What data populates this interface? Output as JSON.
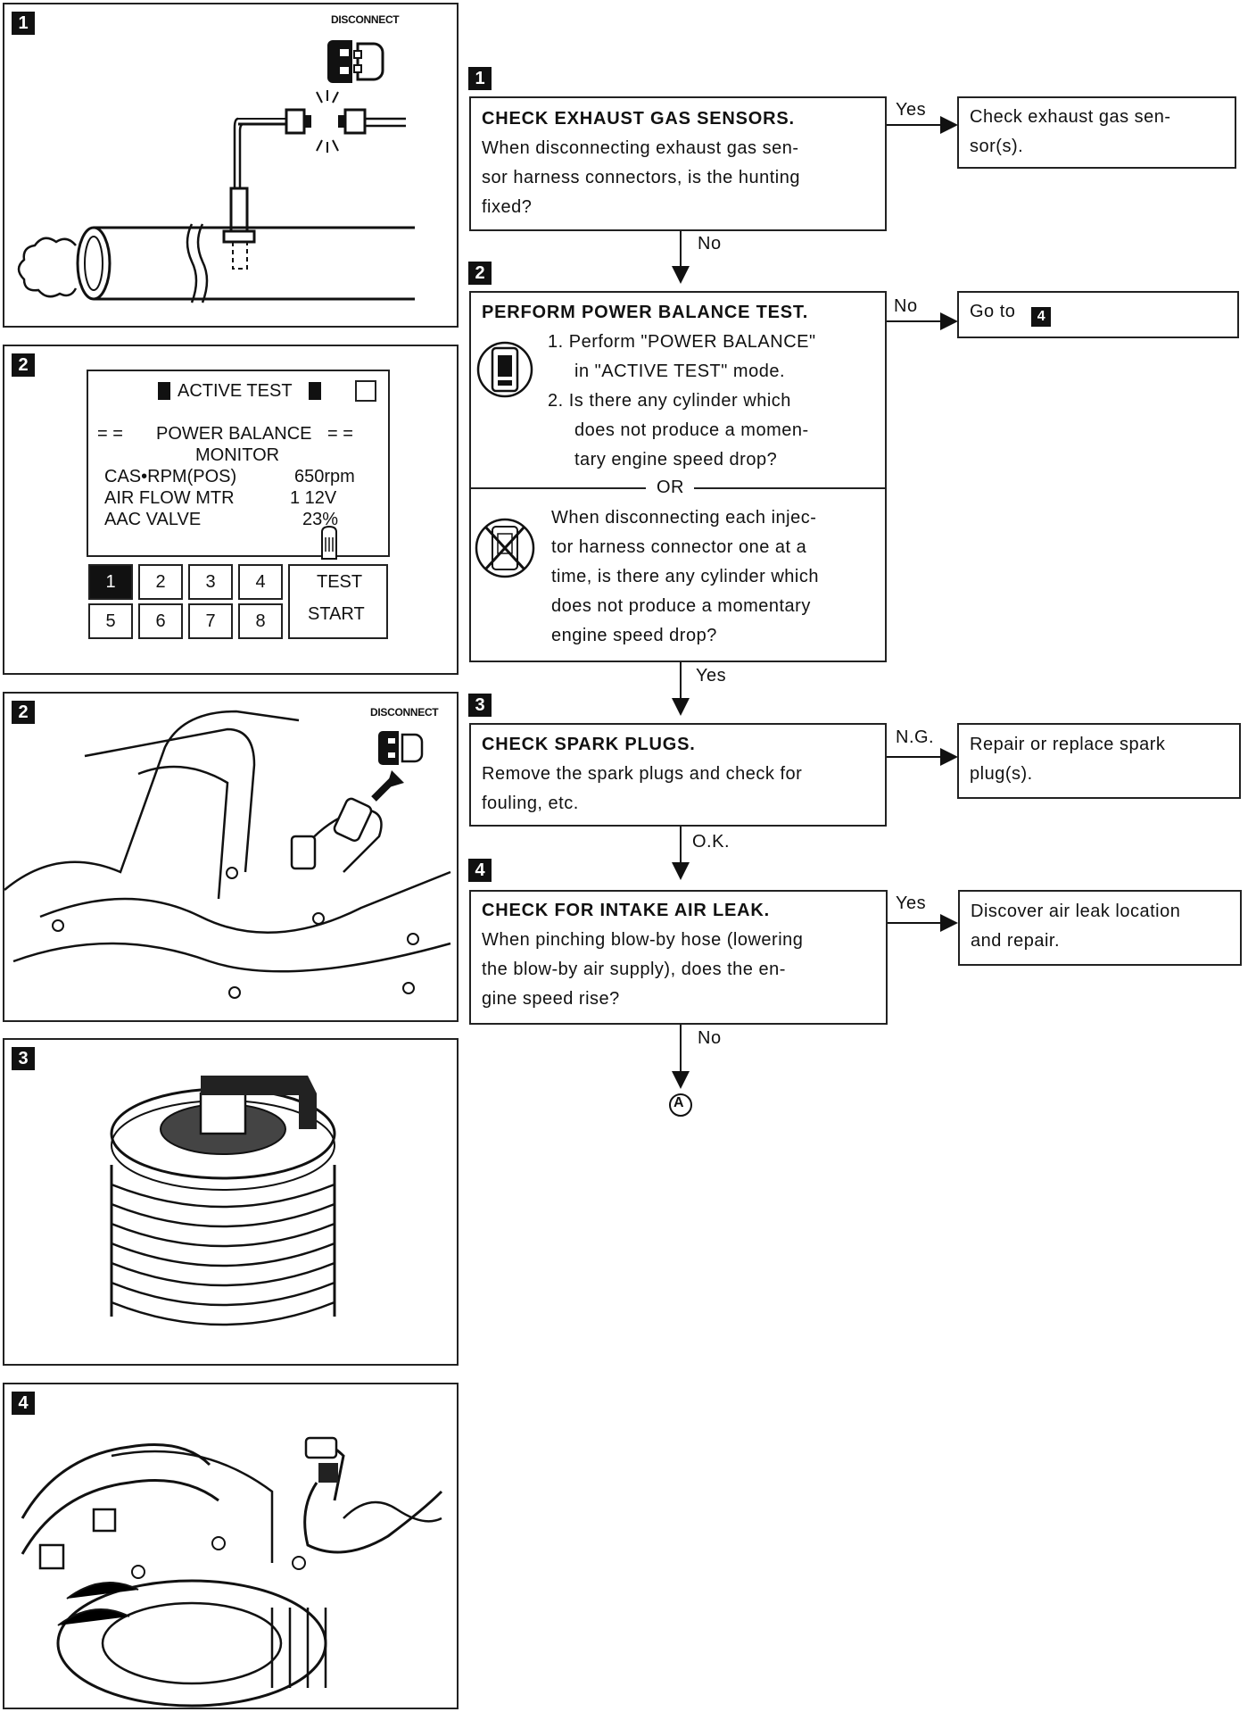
{
  "panels": {
    "p1": {
      "num": "1",
      "disconnect": "DISCONNECT"
    },
    "p2_screen": {
      "num": "2",
      "title": "ACTIVE TEST",
      "heading_left": "= =",
      "heading": "POWER BALANCE",
      "heading_right": "= =",
      "monitor": "MONITOR",
      "rows": [
        {
          "label": "CAS•RPM(POS)",
          "value": "650rpm"
        },
        {
          "label": "AIR FLOW MTR",
          "value": "1 12V"
        },
        {
          "label": "AAC VALVE",
          "value": "23%"
        }
      ],
      "keys": [
        "1",
        "2",
        "3",
        "4",
        "5",
        "6",
        "7",
        "8"
      ],
      "test_label": "TEST",
      "start_label": "START"
    },
    "p2_engine": {
      "num": "2",
      "disconnect": "DISCONNECT"
    },
    "p3": {
      "num": "3"
    },
    "p4": {
      "num": "4"
    }
  },
  "flow": {
    "step1": {
      "num": "1",
      "title": "CHECK EXHAUST GAS SENSORS.",
      "lines": [
        "When disconnecting exhaust gas sen-",
        "sor harness connectors, is the hunting",
        "fixed?"
      ],
      "yes_label": "Yes",
      "yes_result": [
        "Check exhaust gas sen-",
        "sor(s)."
      ],
      "no_label": "No"
    },
    "step2": {
      "num": "2",
      "title": "PERFORM POWER BALANCE TEST.",
      "lines_a": [
        "1. Perform \"POWER BALANCE\"",
        "in \"ACTIVE TEST\" mode.",
        "2. Is there any cylinder which",
        "does not produce a momen-",
        "tary engine speed drop?"
      ],
      "or_label": "OR",
      "lines_b": [
        "When disconnecting each injec-",
        "tor harness connector one at a",
        "time, is there any cylinder which",
        "does not produce a momentary",
        "engine speed drop?"
      ],
      "no_label": "No",
      "no_result": "Go to",
      "no_result_num": "4",
      "yes_label": "Yes"
    },
    "step3": {
      "num": "3",
      "title": "CHECK SPARK PLUGS.",
      "lines": [
        "Remove the spark plugs and check for",
        "fouling, etc."
      ],
      "ng_label": "N.G.",
      "ng_result": [
        "Repair or replace spark",
        "plug(s)."
      ],
      "ok_label": "O.K."
    },
    "step4": {
      "num": "4",
      "title": "CHECK FOR INTAKE AIR LEAK.",
      "lines": [
        "When pinching blow-by hose (lowering",
        "the blow-by air supply), does the en-",
        "gine speed rise?"
      ],
      "yes_label": "Yes",
      "yes_result": [
        "Discover air leak location",
        "and repair."
      ],
      "no_label": "No"
    },
    "end_marker": "A"
  }
}
